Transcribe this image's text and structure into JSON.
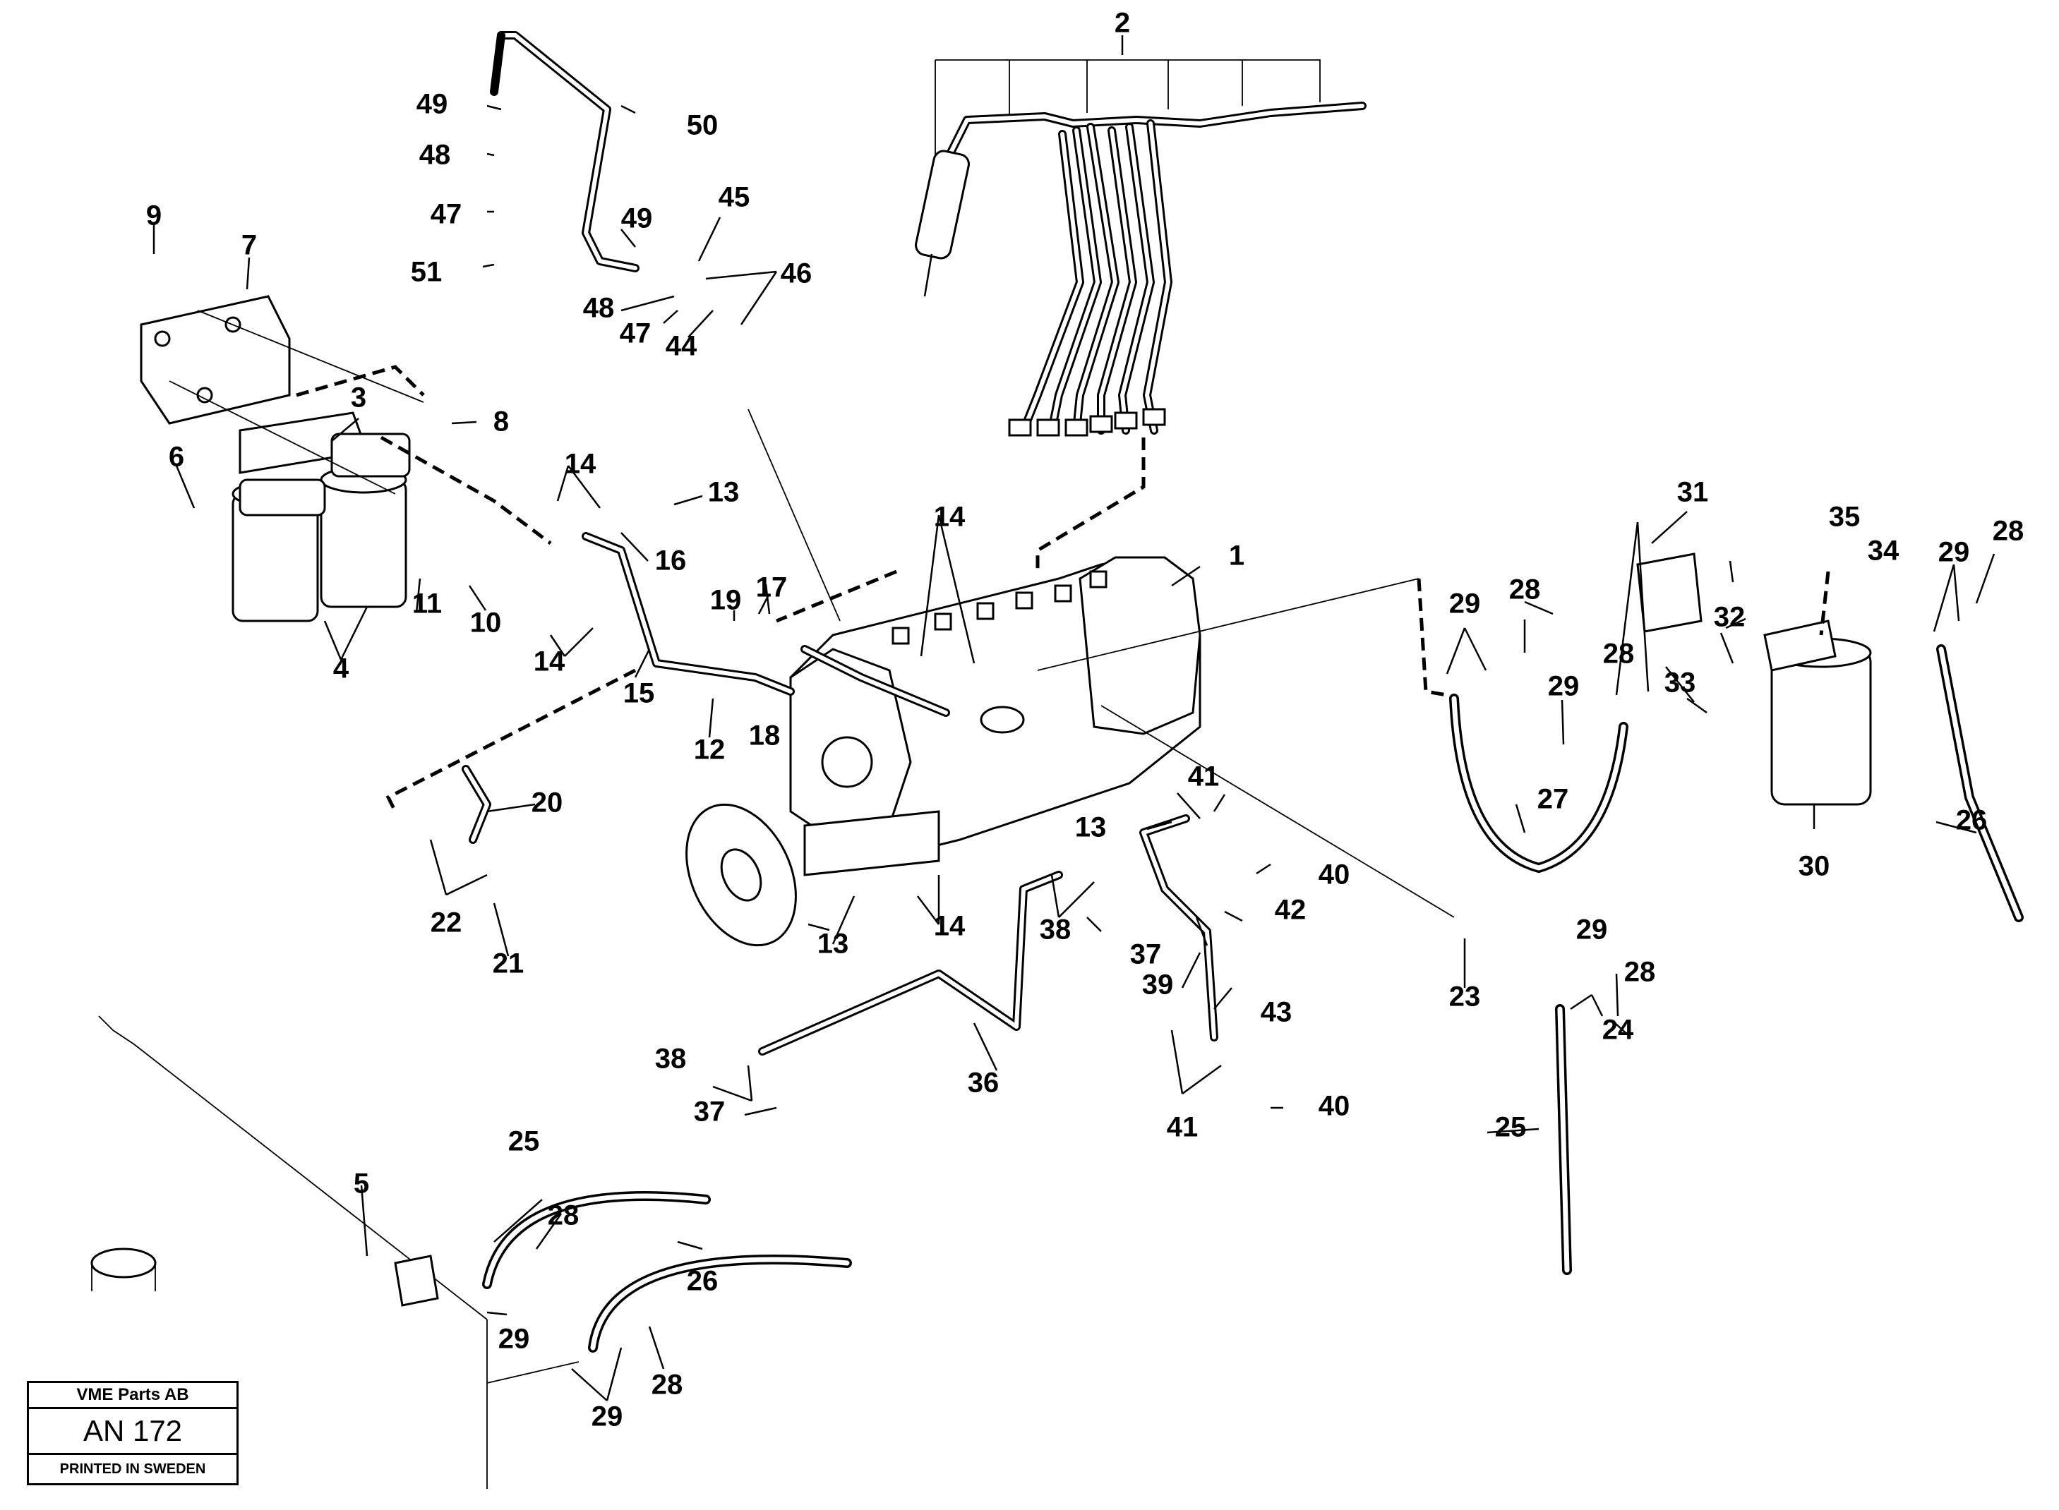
{
  "title_block": {
    "company": "VME Parts AB",
    "code": "AN 172",
    "printed": "PRINTED IN SWEDEN"
  },
  "callout_labels": [
    "1",
    "2",
    "3",
    "4",
    "5",
    "6",
    "7",
    "8",
    "9",
    "10",
    "11",
    "12",
    "13",
    "14",
    "15",
    "16",
    "17",
    "18",
    "19",
    "20",
    "21",
    "22",
    "23",
    "24",
    "25",
    "26",
    "27",
    "28",
    "29",
    "30",
    "31",
    "32",
    "33",
    "34",
    "35",
    "36",
    "37",
    "38",
    "39",
    "40",
    "41",
    "42",
    "43",
    "44",
    "45",
    "46",
    "47",
    "48",
    "49",
    "50",
    "51"
  ]
}
